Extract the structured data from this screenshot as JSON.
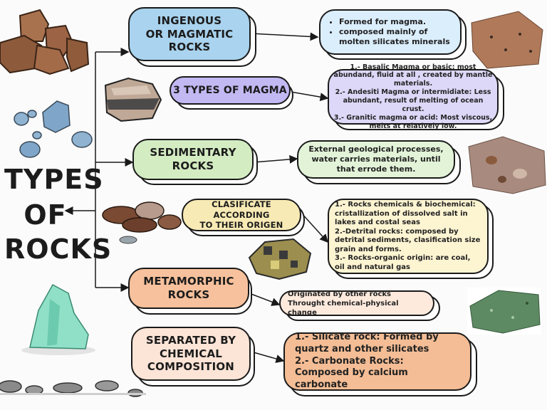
{
  "title": [
    "TYPES",
    "OF",
    "ROCKS"
  ],
  "categories": {
    "igneous": {
      "label": [
        "INGENOUS",
        "OR MAGMATIC",
        "ROCKS"
      ],
      "points": [
        "Formed for magma.",
        "composed mainly of molten silicates minerals"
      ]
    },
    "magma": {
      "label": "3 TYPES OF MAGMA",
      "lines": [
        "1.- Basalic Magma or basic: most abundand, fluid at all , created by mantle materials.",
        "2.- Andesiti Magma or intermidiate: Less abundant, result of melting of ocean crust.",
        "3.- Granitic magma or acid: Most viscous, melts at relatively low."
      ]
    },
    "sedimentary": {
      "label": [
        "SEDIMENTARY",
        "ROCKS"
      ],
      "desc": [
        "External geological processes,",
        "water carries materials, until",
        "that errode them."
      ]
    },
    "classify": {
      "label": [
        "CLASIFICATE ACCORDING",
        "TO THEIR ORIGEN"
      ],
      "lines": [
        "1.- Rocks chemicals & biochemical: cristallization of dissolved salt in lakes and costal seas",
        "2.-Detrital rocks: composed by detrital sediments, clasification size grain and forms.",
        "3.- Rocks-organic origin:  are coal, oil and natural gas"
      ]
    },
    "metamorphic": {
      "label": [
        "METAMORPHIC",
        "ROCKS"
      ],
      "desc": [
        "Originated by other rocks",
        "Throught chemical-physical change"
      ]
    },
    "chemical": {
      "label": [
        "SEPARATED BY",
        "CHEMICAL",
        "COMPOSITION"
      ],
      "lines": [
        "1.- Silicate rock: Formed by quartz and other silicates",
        "2.- Carbonate Rocks: Composed by calcium carbonate"
      ]
    }
  },
  "colors": {
    "blue": "#a9d3ee",
    "purple": "#c2b8f2",
    "green": "#d4ecc2",
    "yellow": "#f8eab5",
    "orange": "#f6c19c",
    "peach": "#fce4d6",
    "lightblue": "#dbeefc",
    "lavender": "#ddd8f8",
    "lightgreen": "#e2f3d8",
    "cream": "#fdf4d2",
    "lightpeach": "#fdeadd",
    "salmon": "#f4bd95"
  }
}
